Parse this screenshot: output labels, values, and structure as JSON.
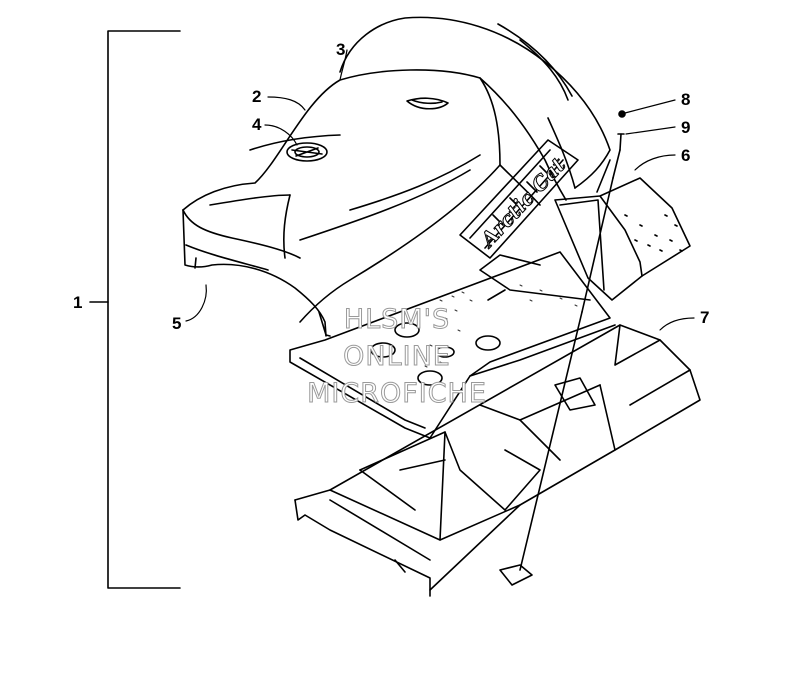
{
  "callouts": {
    "c1": "1",
    "c2": "2",
    "c3": "3",
    "c4": "4",
    "c5": "5",
    "c6": "6",
    "c7": "7",
    "c8": "8",
    "c9": "9"
  },
  "watermark": {
    "line1": "HLSM'S",
    "line2": "ONLINE",
    "line3": "MICROFICHE"
  },
  "decal_text": "Arctic Cat",
  "colors": {
    "ink": "#000000",
    "watermark_outline": "#9a9a9a"
  }
}
